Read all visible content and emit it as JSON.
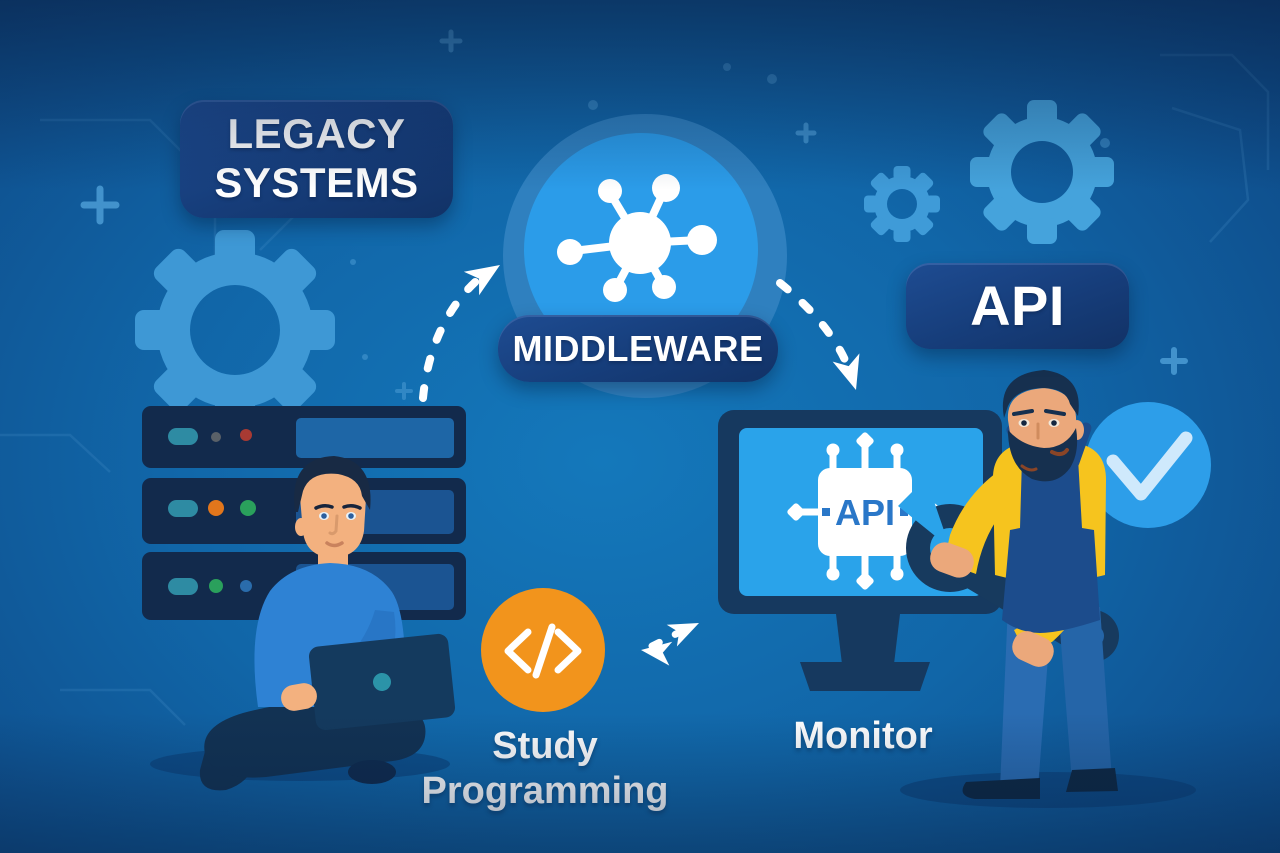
{
  "title": "Legacy systems integration illustration",
  "labels": {
    "legacy": {
      "line1": "LEGACY",
      "line2": "SYSTEMS"
    },
    "middleware": "MIDDLEWARE",
    "api": "API",
    "study": {
      "line1": "Study",
      "line2": "Programming"
    },
    "monitor": "Monitor",
    "chip": "API"
  },
  "icons": {
    "middleware": "network-hub-icon",
    "study": "code-brackets-icon",
    "approval": "checkmark-icon",
    "background": "gear-icon",
    "legacy_hardware": "server-rack",
    "maintenance": "wrench-icon"
  },
  "colors": {
    "background_center": "#1478BB",
    "background_edge": "#0D3F79",
    "label_pill": "#163D7A",
    "label_text": "#FFFFFF",
    "middleware_circle": "#2B9CE9",
    "middleware_halo": "#2F80BF",
    "orange_circle": "#F2941C",
    "gear_blue": "#44A0DA",
    "monitor_screen": "#2AA3EA",
    "dark_navy": "#16395F",
    "check_circle": "#2D9EE9",
    "check_mark": "#CFE9FC",
    "worker_shirt": "#F6C41E",
    "overalls": "#1C4C8C",
    "arrow": "#FFFFFF",
    "chip_text": "#2A77C8"
  }
}
